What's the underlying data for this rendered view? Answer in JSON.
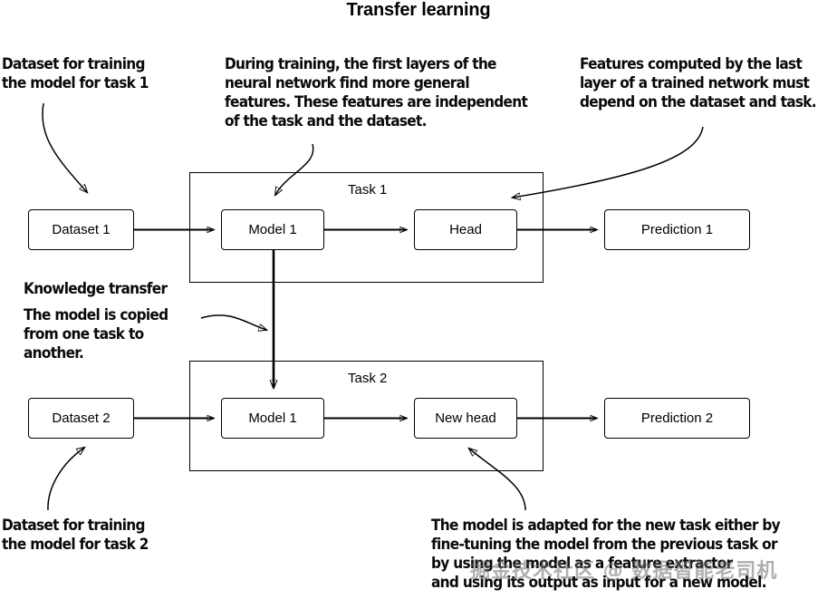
{
  "title": "Transfer learning",
  "annotations": {
    "top_left": "Dataset for training\nthe model for task 1",
    "top_middle": "During training, the first layers of the\nneural network find more general\nfeatures. These features are independent\nof the task and the dataset.",
    "top_right": "Features computed by the last\nlayer of a trained network must\ndepend on the dataset and task.",
    "knowledge_transfer_heading": "Knowledge transfer",
    "knowledge_transfer_body": "The model is copied\nfrom one task to\nanother.",
    "bottom_left": "Dataset for training\nthe model for task 2",
    "bottom_right": "The model is adapted for the new task either by\nfine-tuning the model from the previous task or\nby using the model as a feature extractor\nand using its output as input for a new model."
  },
  "task1": {
    "group_label": "Task 1",
    "dataset": "Dataset 1",
    "model": "Model 1",
    "head": "Head",
    "prediction": "Prediction 1"
  },
  "task2": {
    "group_label": "Task 2",
    "dataset": "Dataset 2",
    "model": "Model 1",
    "head": "New head",
    "prediction": "Prediction 2"
  },
  "watermark": "掘金技术社区 @ 数据智能老司机",
  "colors": {
    "ink": "#000000",
    "background": "#ffffff",
    "watermark": "rgba(110,110,110,0.55)"
  }
}
